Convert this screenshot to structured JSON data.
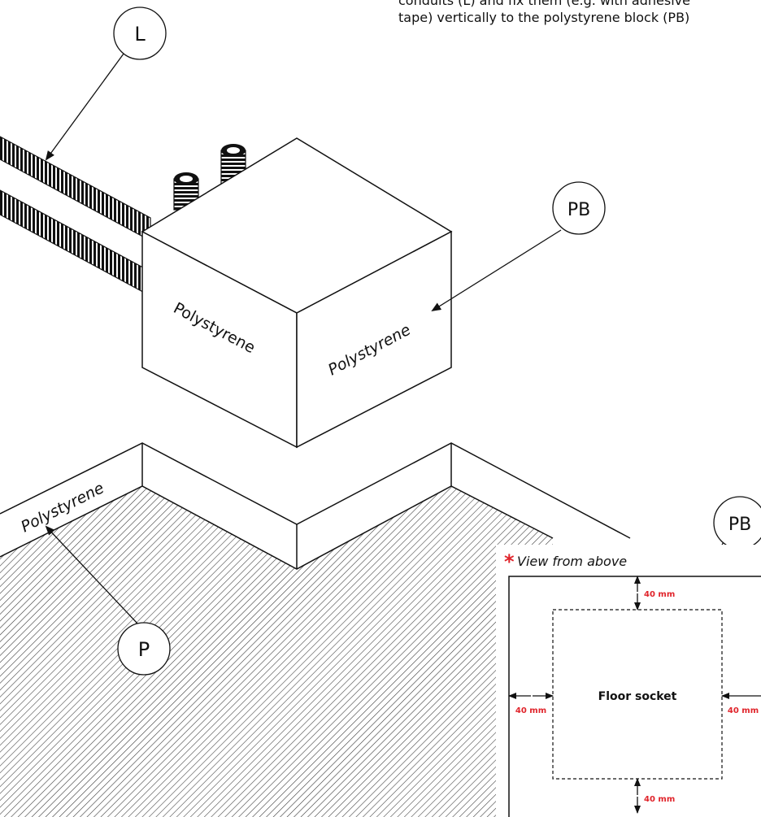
{
  "instruction": {
    "line1": "conduits (L) and fix them (e.g. with adhesive",
    "line2": "tape) vertically to the polystyrene block (PB)"
  },
  "callouts": {
    "L": "L",
    "PB_main": "PB",
    "P": "P",
    "PB_detail": "PB"
  },
  "block": {
    "front_label": "Polystyrene",
    "side_label": "Polystyrene"
  },
  "floor_label": "Polystyrene",
  "detail": {
    "asterisk": "*",
    "title": "View from above",
    "center_label": "Floor socket",
    "dim_top": "40 mm",
    "dim_left": "40 mm",
    "dim_right": "40 mm",
    "dim_bottom": "40 mm"
  },
  "colors": {
    "accent": "#e0242b",
    "line": "#111111"
  }
}
